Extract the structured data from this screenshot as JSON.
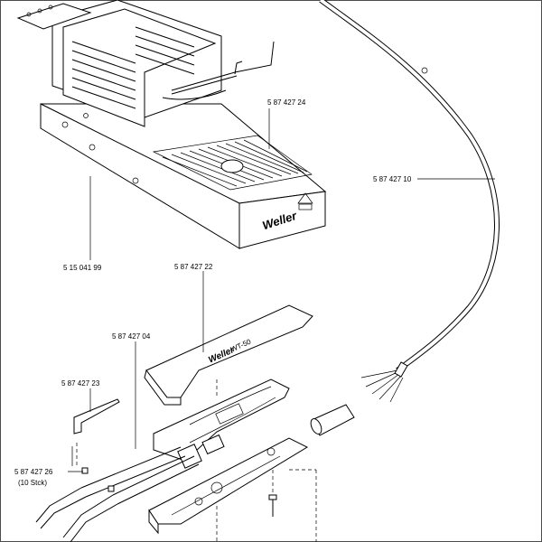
{
  "callouts": {
    "holder_bracket": "5 87 427 24",
    "cable": "5 87 427 10",
    "stand_base": "5 15 041 99",
    "handle_cover": "5 87 427 22",
    "handle_body": "5 87 427 04",
    "hex_key": "5 87 427 23",
    "screw_set": "5 87 427 26",
    "screw_set_note": "(10  Stck)"
  },
  "brand_marks": {
    "stand_logo": "Weller",
    "handle_logo": "Weller",
    "handle_model": "WT-50"
  },
  "colors": {
    "line": "#000000",
    "background": "#ffffff"
  }
}
